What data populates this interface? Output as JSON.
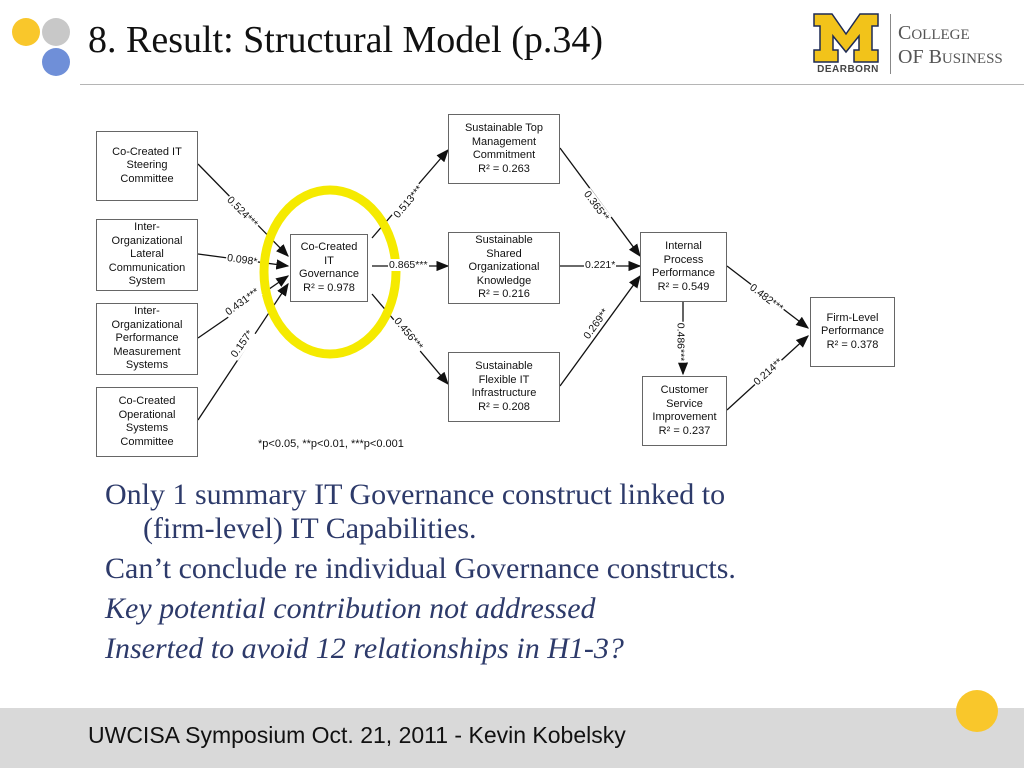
{
  "slide": {
    "title": "8. Result: Structural Model (p.34)",
    "logo": {
      "m_letter": "M",
      "dearborn": "DEARBORN",
      "line1_big": "C",
      "line1_small": "OLLEGE",
      "line2_big_a": "OF B",
      "line2_small": "USINESS",
      "brand_color": "#f2c31a"
    },
    "diagram": {
      "boxes": {
        "steering": "Co-Created IT\nSteering\nCommittee",
        "lateral": "Inter-\nOrganizational\nLateral\nCommunication\nSystem",
        "perf_meas": "Inter-\nOrganizational\nPerformance\nMeasurement\nSystems",
        "ops": "Co-Created\nOperational\nSystems\nCommittee",
        "governance": "Co-Created\nIT\nGovernance\nR² = 0.978",
        "top_mgmt": "Sustainable Top\nManagement\nCommitment\nR² = 0.263",
        "knowledge": "Sustainable\nShared\nOrganizational\nKnowledge\nR² = 0.216",
        "infra": "Sustainable\nFlexible IT\nInfrastructure\nR² = 0.208",
        "internal": "Internal\nProcess\nPerformance\nR² = 0.549",
        "customer": "Customer\nService\nImprovement\nR² = 0.237",
        "firm": "Firm-Level\nPerformance\nR² = 0.378"
      },
      "coefficients": {
        "c1": "0.524***",
        "c2": "0.098*",
        "c3": "0.431***",
        "c4": "0.157*",
        "c5": "0.513***",
        "c6": "0.865***",
        "c7": "0.456***",
        "c8": "0.365**",
        "c9": "0.221*",
        "c10": "0.269**",
        "c11": "0.486***",
        "c12": "0.482***",
        "c13": "0.214**"
      },
      "footnote": "*p<0.05, **p<0.01, ***p<0.001",
      "highlight_color": "#f5ea00"
    },
    "bullets": {
      "b1_line1": "Only 1 summary IT Governance construct linked to",
      "b1_line2": "(firm-level) IT Capabilities.",
      "b2": "Can’t conclude re individual Governance constructs.",
      "b3": "Key potential contribution not addressed",
      "b4": "Inserted to avoid 12 relationships in H1-3?"
    },
    "footer": "UWCISA Symposium Oct. 21, 2011 -  Kevin Kobelsky"
  }
}
